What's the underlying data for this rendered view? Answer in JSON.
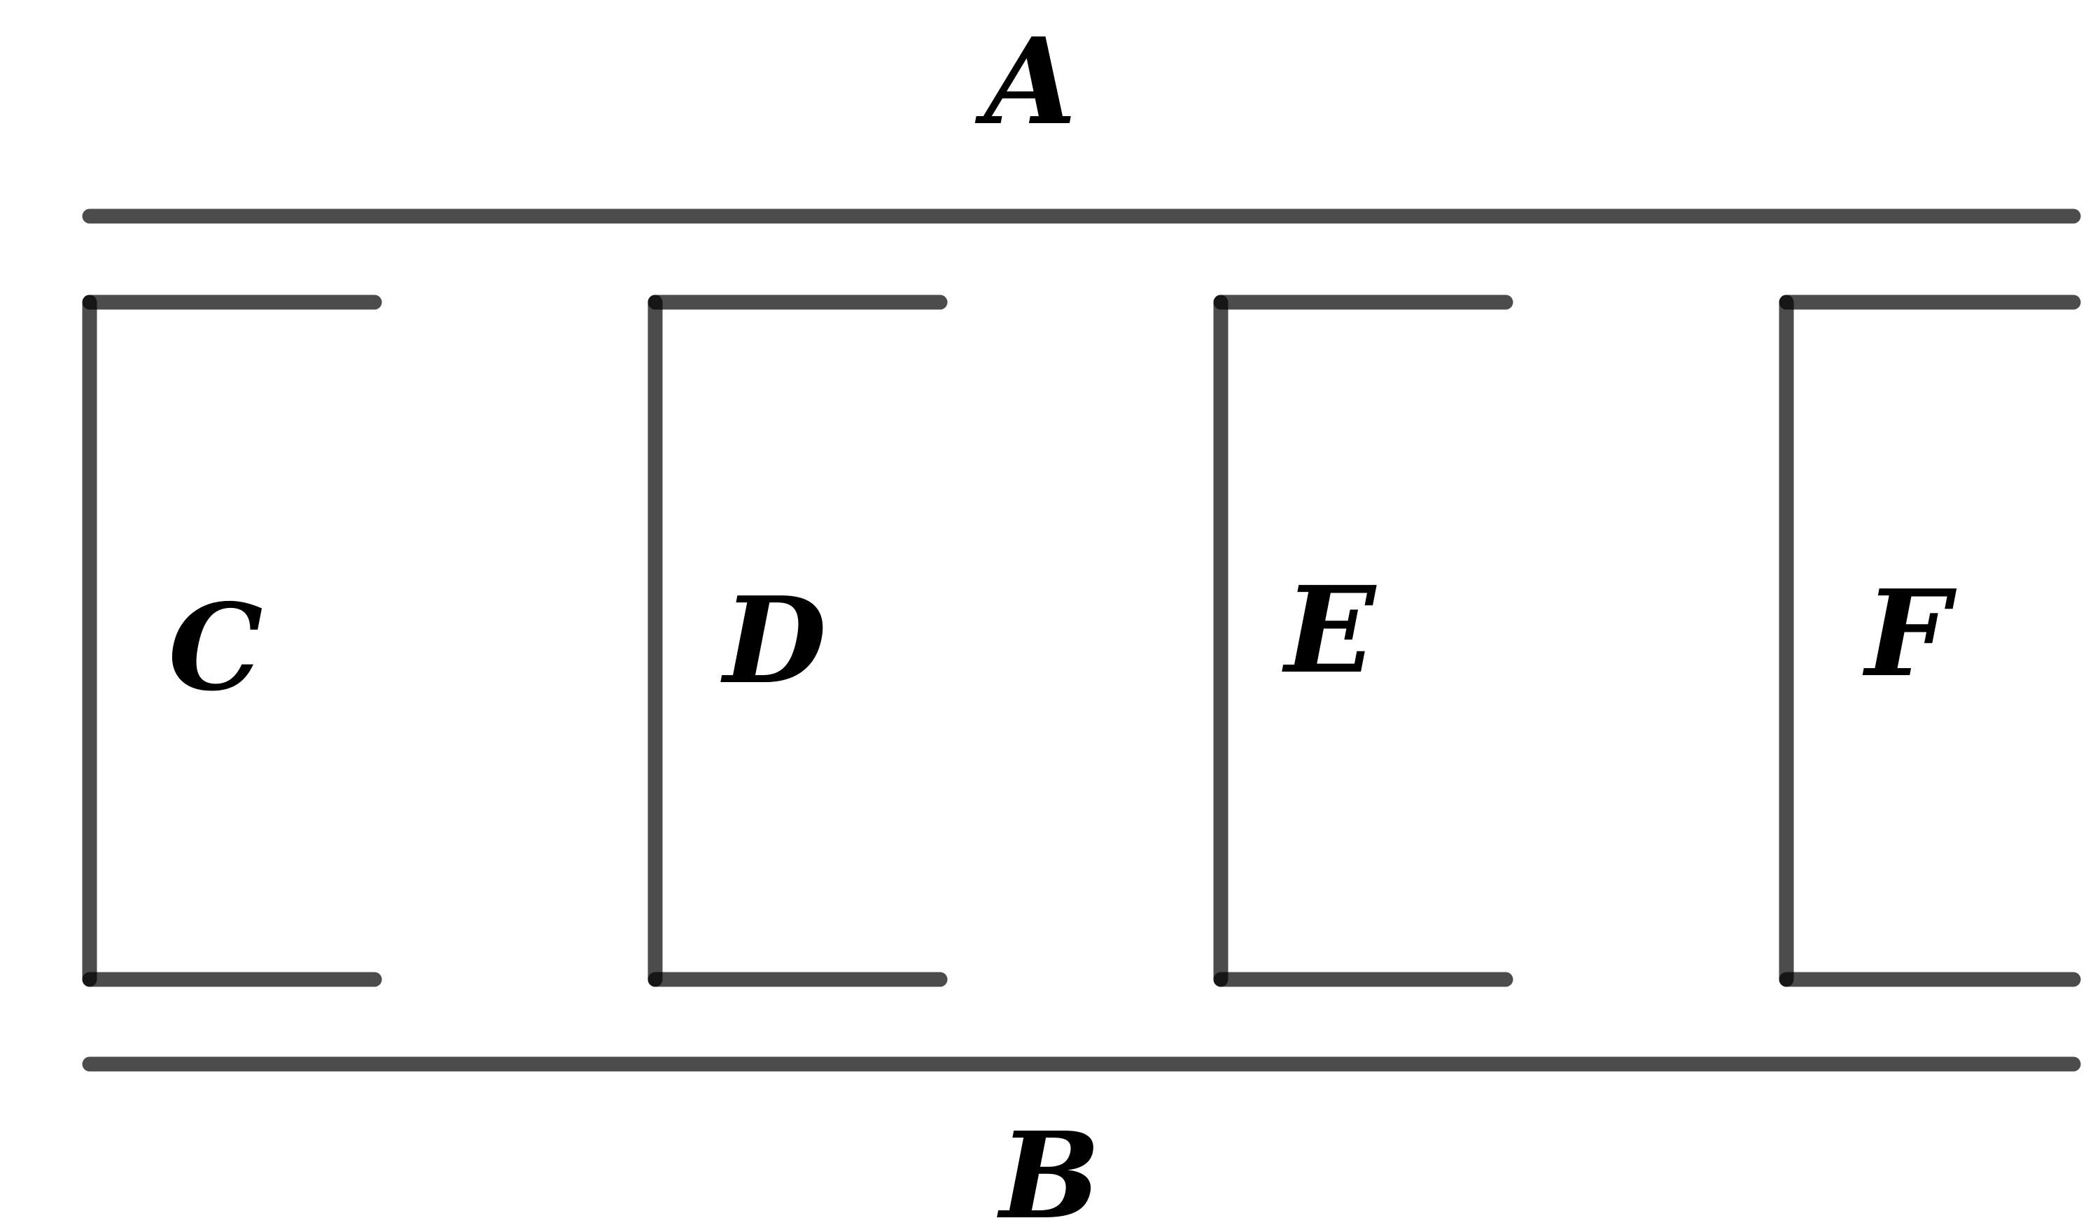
{
  "labels": {
    "top": "A",
    "bottom": "B",
    "bracket_1": "C",
    "bracket_2": "D",
    "bracket_3": "E",
    "bracket_4": "F"
  },
  "colors": {
    "line": "#4d4d4d",
    "text": "#000000",
    "background": "#ffffff"
  }
}
